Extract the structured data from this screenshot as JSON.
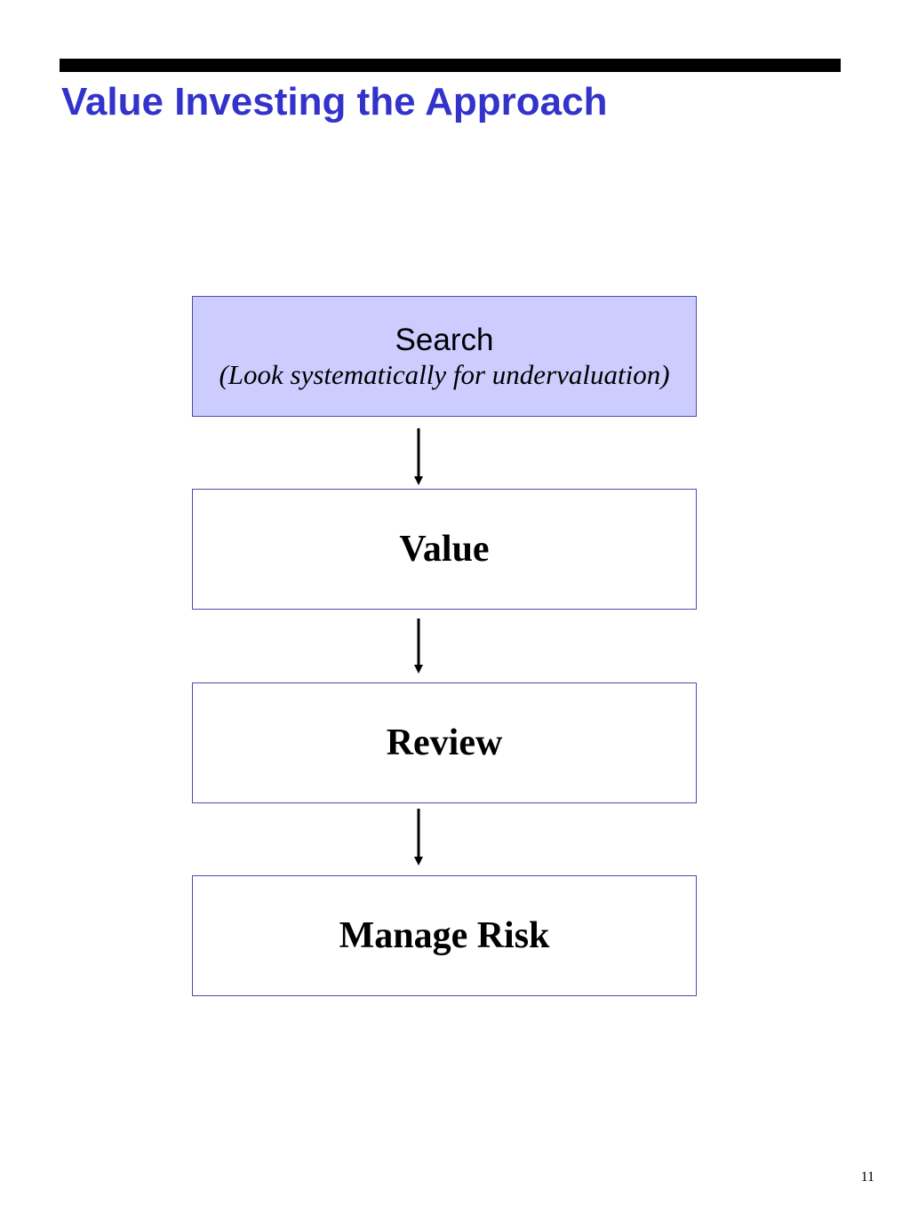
{
  "slide": {
    "title": "Value Investing the Approach",
    "page_number": "11"
  },
  "flow": {
    "steps": [
      {
        "label": "Search",
        "sublabel": "(Look systematically for undervaluation)"
      },
      {
        "label": "Value"
      },
      {
        "label": "Review"
      },
      {
        "label": "Manage Risk"
      }
    ]
  },
  "colors": {
    "title": "#3333cc",
    "highlight_fill": "#ccccff",
    "box_border": "#4b4bb0",
    "rule": "#000000"
  }
}
